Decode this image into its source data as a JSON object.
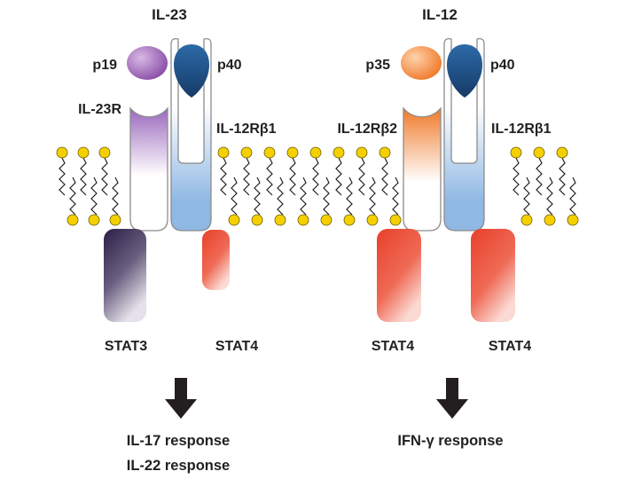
{
  "left": {
    "cytokine": "IL-23",
    "subunit_a": "p19",
    "subunit_b": "p40",
    "receptor_a": "IL-23R",
    "receptor_b": "IL-12Rβ1",
    "stat_a": "STAT3",
    "stat_b": "STAT4",
    "response_1": "IL-17 response",
    "response_2": "IL-22 response"
  },
  "right": {
    "cytokine": "IL-12",
    "subunit_a": "p35",
    "subunit_b": "p40",
    "receptor_a": "IL-12Rβ2",
    "receptor_b": "IL-12Rβ1",
    "stat_a": "STAT4",
    "stat_b": "STAT4",
    "response_1": "IFN-γ response"
  },
  "colors": {
    "p19": "#8b4fa6",
    "p40": "#1f4f82",
    "p35": "#f07a2a",
    "stat3": "#3b2f55",
    "stat4": "#e8402a",
    "lipid_head": "#f5d000",
    "arrow": "#231f20"
  }
}
